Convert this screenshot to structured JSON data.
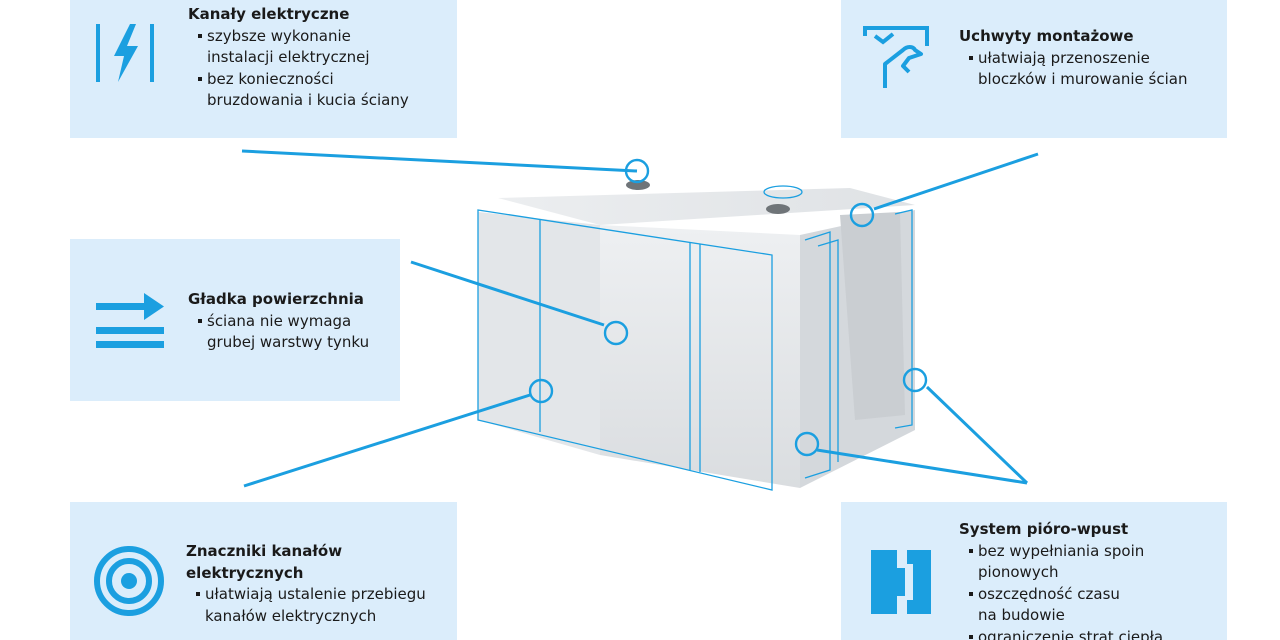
{
  "features": [
    {
      "title": "Kanały elektryczne",
      "bullets": [
        "szybsze wykonanie\ninstalacji elektrycznej",
        "bez konieczności\nbruzdowania i kucia ściany"
      ],
      "icon": "lightning-channel-icon"
    },
    {
      "title": "Uchwyty montażowe",
      "bullets": [
        "ułatwiają przenoszenie\nbloczków i murowanie ścian"
      ],
      "icon": "hand-grip-icon"
    },
    {
      "title": "Gładka powierzchnia",
      "bullets": [
        "ściana nie wymaga\ngrubej warstwy tynku"
      ],
      "icon": "arrow-lines-icon"
    },
    {
      "title": "Znaczniki kanałów\nelektrycznych",
      "bullets": [
        "ułatwiają ustalenie przebiegu\nkanałów elektrycznych"
      ],
      "icon": "target-rings-icon"
    },
    {
      "title": "System pióro-wpust",
      "bullets": [
        "bez wypełniania spoin\npionowych",
        "oszczędność czasu\nna budowie",
        "ograniczenie strat ciepła"
      ],
      "icon": "tongue-groove-icon"
    }
  ],
  "colors": {
    "accent": "#1b9fe0",
    "panel": "#dbedfb",
    "text": "#1a1a1a",
    "block": "#e6e8ea"
  }
}
